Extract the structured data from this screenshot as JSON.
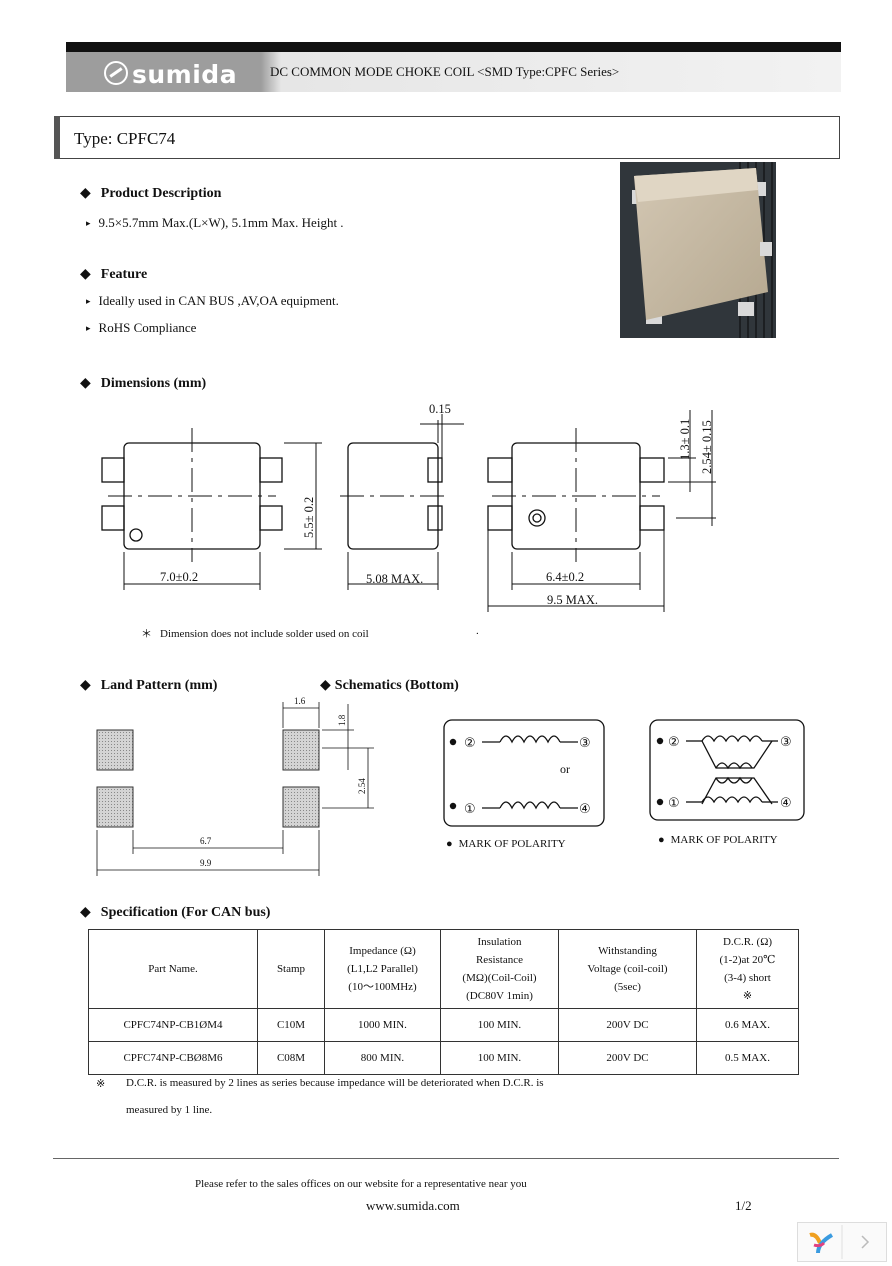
{
  "header": {
    "brand": "sumida",
    "title": "DC COMMON MODE CHOKE COIL <SMD Type:CPFC Series>"
  },
  "type_label": "Type: CPFC74",
  "product_description": {
    "heading": "Product Description",
    "items": [
      "9.5×5.7mm Max.(L×W), 5.1mm Max. Height ."
    ]
  },
  "feature": {
    "heading": "Feature",
    "items": [
      "Ideally used in CAN BUS ,AV,OA equipment.",
      "RoHS Compliance"
    ]
  },
  "dimensions": {
    "heading": "Dimensions (mm)",
    "labels": {
      "d015": "0.15",
      "d13": "1.3± 0.1",
      "d254": "2.54± 0.15",
      "d55": "5.5± 0.2",
      "d70": "7.0±0.2",
      "d508": "5.08 MAX.",
      "d64": "6.4±0.2",
      "d95": "9.5 MAX."
    },
    "note_mark": "＊",
    "note": "Dimension does not include solder used on coil",
    "note_tail": "."
  },
  "land_pattern": {
    "heading": "Land Pattern (mm)",
    "labels": {
      "w": "1.6",
      "h": "1.8",
      "pitch": "2.54",
      "inner": "6.7",
      "outer": "9.9"
    }
  },
  "schematics": {
    "heading": "Schematics (Bottom)",
    "pins": {
      "p1": "①",
      "p2": "②",
      "p3": "③",
      "p4": "④"
    },
    "or": "or",
    "polarity": "MARK OF POLARITY"
  },
  "specification": {
    "heading": "Specification (For CAN bus)",
    "headers": [
      [
        "Part Name."
      ],
      [
        "Stamp"
      ],
      [
        "Impedance (Ω)",
        "(L1,L2 Parallel)",
        "(10～100MHz)"
      ],
      [
        "Insulation",
        "Resistance",
        "(MΩ)(Coil-Coil)",
        "(DC80V 1min)"
      ],
      [
        "Withstanding",
        "Voltage (coil-coil)",
        "(5sec)"
      ],
      [
        "D.C.R. (Ω)",
        "(1-2)at 20℃",
        "(3-4) short",
        "※"
      ]
    ],
    "rows": [
      [
        "CPFC74NP-CB1ØM4",
        "C10M",
        "1000 MIN.",
        "100 MIN.",
        "200V DC",
        "0.6 MAX."
      ],
      [
        "CPFC74NP-CBØ8M6",
        "C08M",
        "800 MIN.",
        "100 MIN.",
        "200V DC",
        "0.5 MAX."
      ]
    ],
    "note_mark": "※",
    "note_line1": "D.C.R. is measured by 2 lines as series because impedance will be deteriorated when D.C.R. is",
    "note_line2": "measured by 1 line."
  },
  "footer": {
    "text": "Please refer to the sales offices on our website for a representative near you",
    "url": "www.sumida.com",
    "page": "1/2"
  },
  "colors": {
    "header_band": "#9d9d9d",
    "pad_fill": "#c8c8c8",
    "accent_bar": "#111111"
  }
}
